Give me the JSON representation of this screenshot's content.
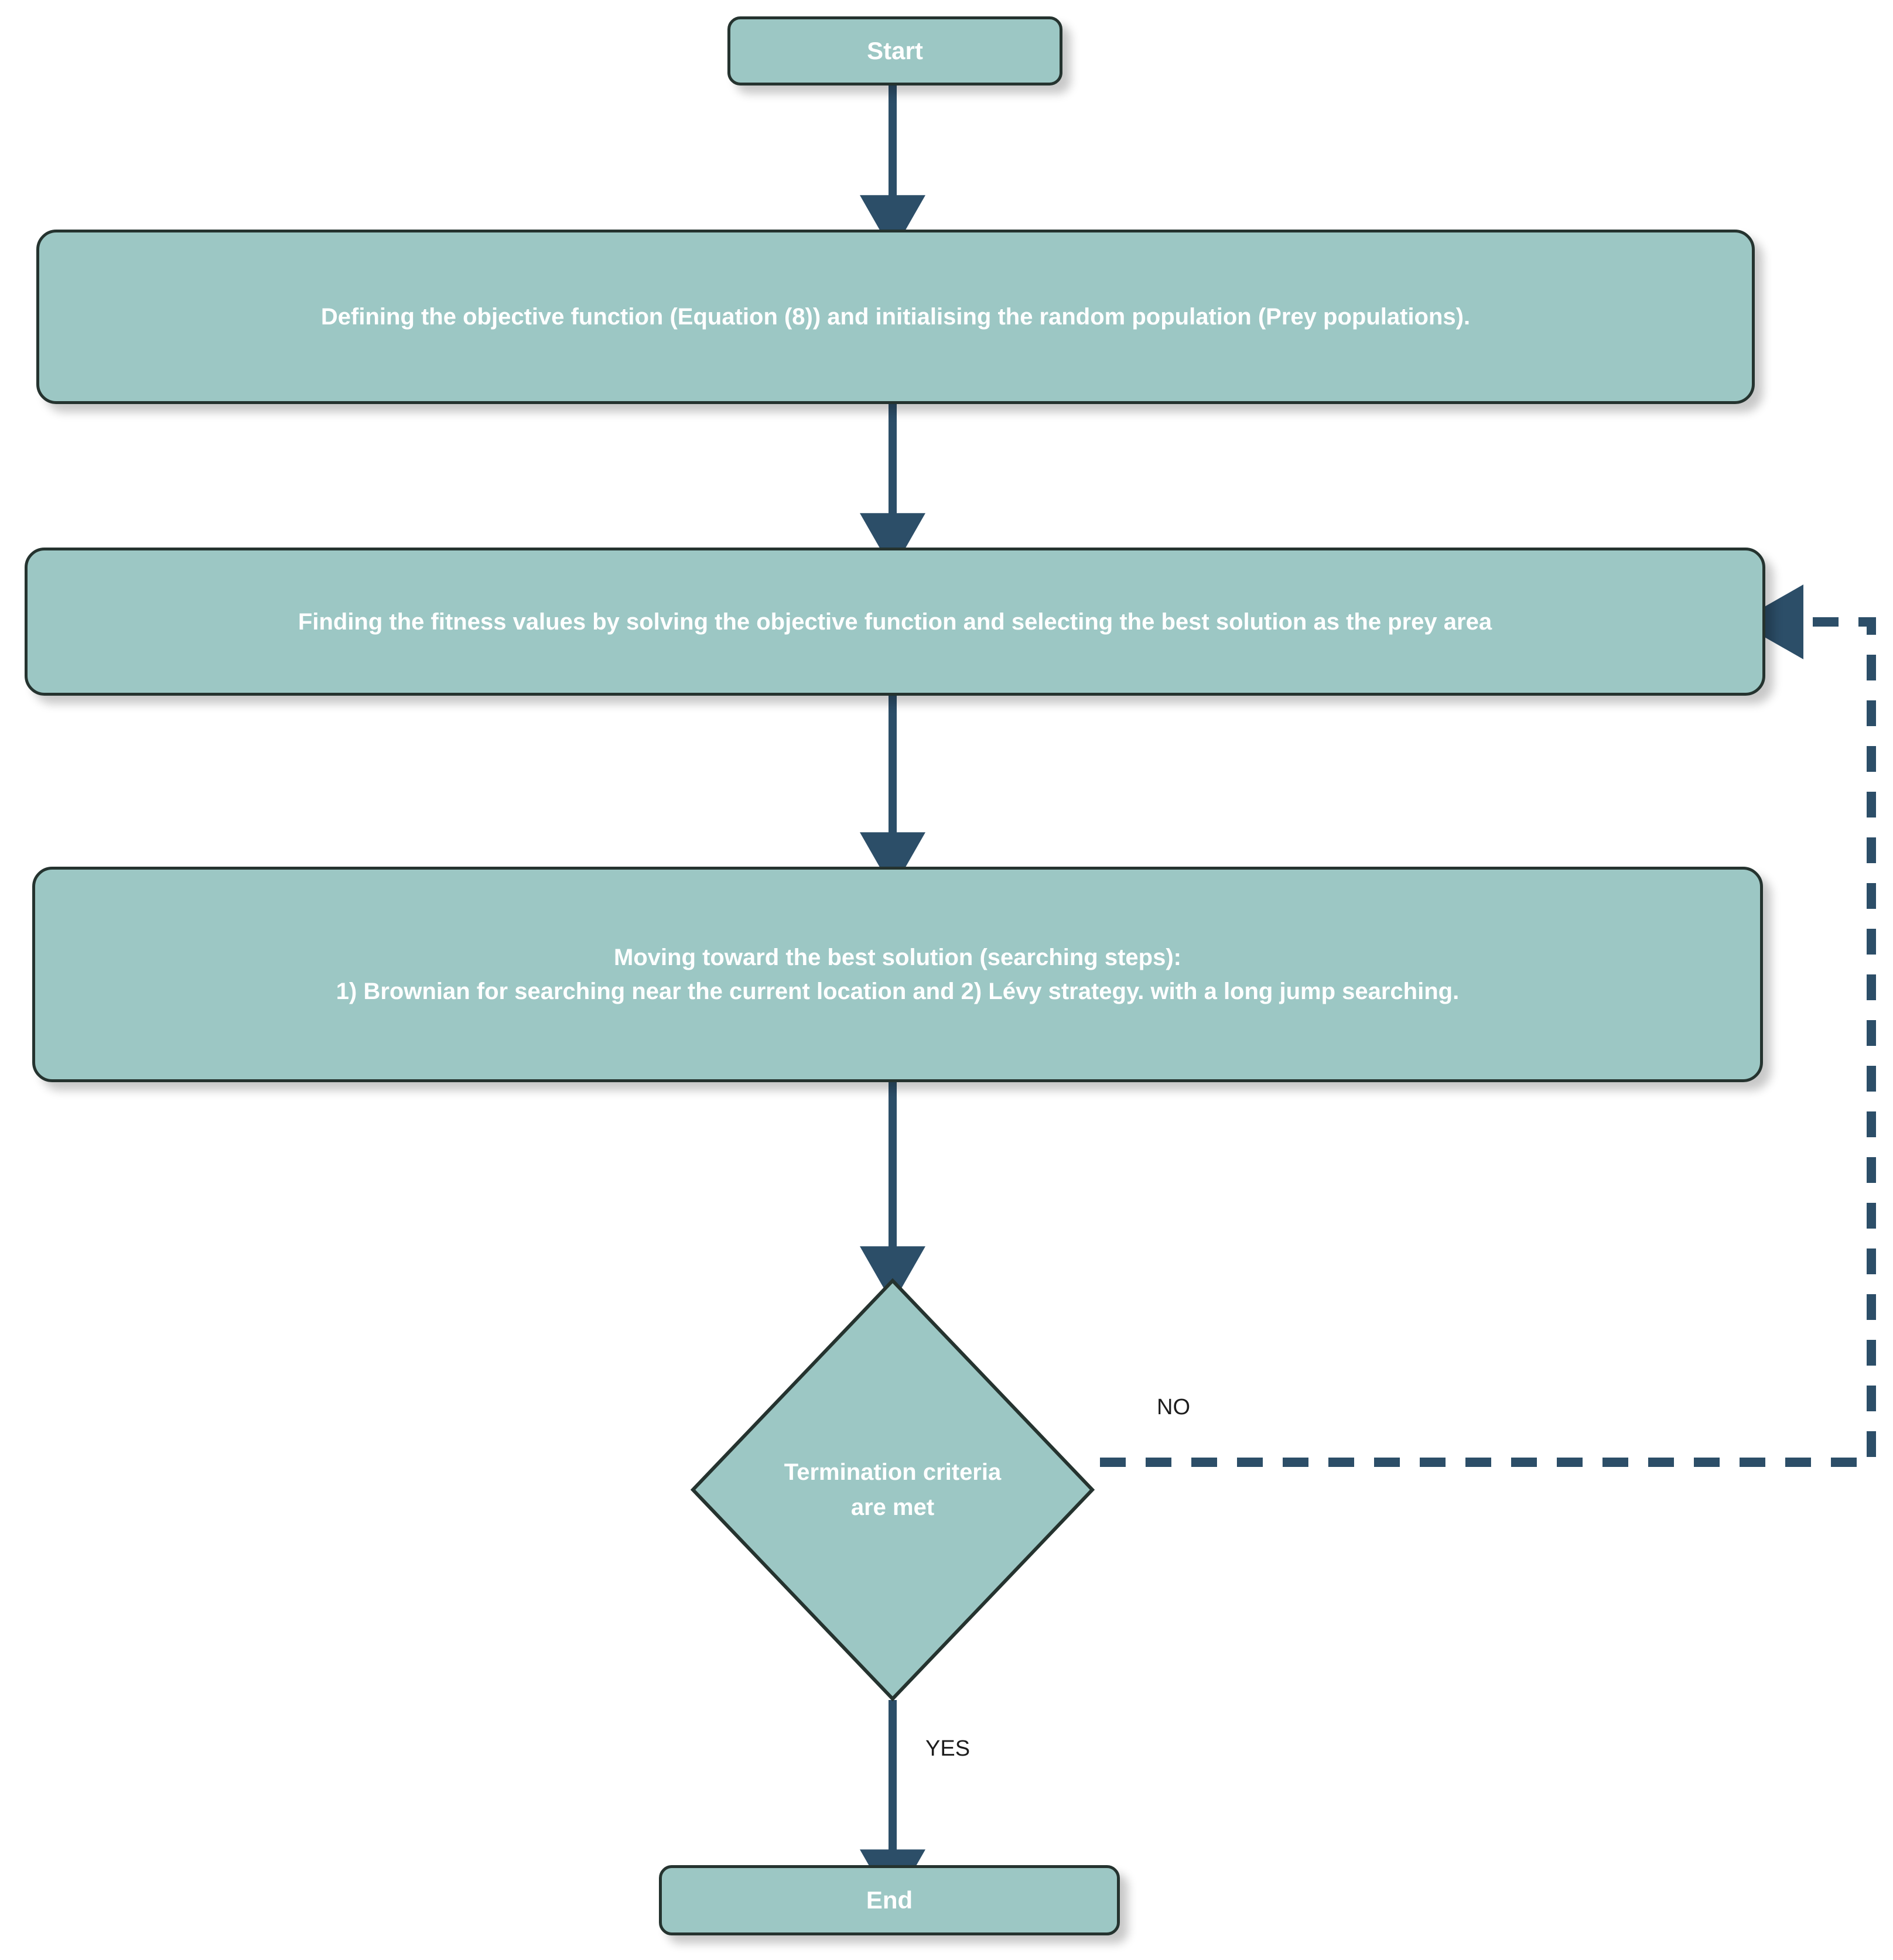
{
  "diagram": {
    "title": "Marine Predators Algorithm flowchart",
    "colors": {
      "node_fill": "#9CC7C4",
      "node_border": "#25332F",
      "node_text": "#FFFFFF",
      "connector": "#2C4E68",
      "label_text": "#1D1D1D",
      "background": "#FFFFFF"
    },
    "nodes": [
      {
        "id": "start",
        "shape": "terminal",
        "label": "Start"
      },
      {
        "id": "define-objective",
        "shape": "process",
        "label": "Defining the objective function (Equation (8)) and initialising the random population (Prey populations)."
      },
      {
        "id": "find-fitness",
        "shape": "process",
        "label": "Finding the fitness values by solving the objective function and selecting the best solution as the prey area"
      },
      {
        "id": "moving-best-solution",
        "shape": "process",
        "line1": "Moving toward the best solution (searching steps):",
        "line2": "1) Brownian for searching near the current location and 2)  Lévy strategy. with a long jump searching."
      },
      {
        "id": "termination-criteria",
        "shape": "decision",
        "line1": "Termination criteria",
        "line2": "are  met"
      },
      {
        "id": "end",
        "shape": "terminal",
        "label": "End"
      }
    ],
    "edge_labels": {
      "no": "NO",
      "yes": "YES"
    }
  }
}
